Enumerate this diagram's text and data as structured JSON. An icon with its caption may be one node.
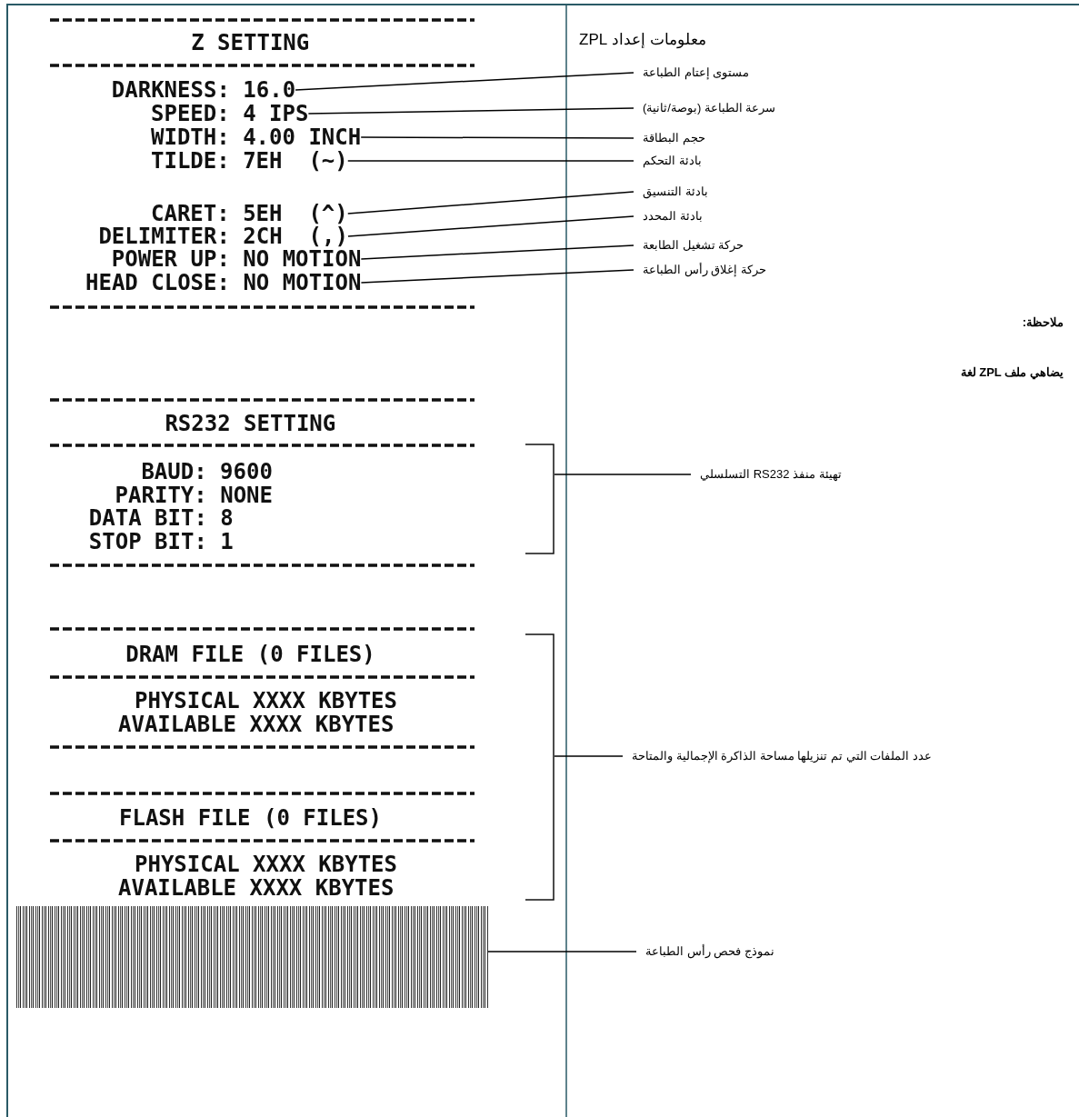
{
  "diagram": {
    "title": "معلومات إعداد ZPL",
    "nodes": [
      {
        "text": [
          "DARKNESS: 16.0"
        ]
      },
      {
        "text": [
          "SPEED: 4 IPS"
        ]
      },
      {
        "text": [
          "WIDTH: 4.00 INCH"
        ]
      },
      {
        "text": [
          "TILDE: 7EH  (~)"
        ]
      },
      {
        "text": [
          "CARET: 5EH  (^)"
        ]
      },
      {
        "text": [
          "DELIMITER: 2CH  (,)"
        ]
      },
      {
        "text": [
          "POWER UP: NO MOTION"
        ]
      },
      {
        "text": [
          "HEAD CLOSE: NO MOTION"
        ]
      },
      {
        "text": [
          "مستوى إعتام الطباعة"
        ]
      },
      {
        "text": [
          "سرعة الطباعة (بوصة/ثانية)"
        ]
      },
      {
        "text": [
          "حجم البطاقة"
        ]
      },
      {
        "text": [
          "بادئة التحكم"
        ]
      },
      {
        "text": [
          "بادئة التنسيق"
        ]
      },
      {
        "text": [
          "بادئة المحدد"
        ]
      },
      {
        "text": [
          "حركة تشغيل الطابعة"
        ]
      },
      {
        "text": [
          "حركة إغلاق رأس الطباعة"
        ]
      },
      {
        "text": [
          "BAUD: 9600",
          "PARITY: NONE",
          "DATA BIT: 8",
          "STOP BIT: 1"
        ]
      },
      {
        "text": [
          "تهيئة منفذ RS232 التسلسلي"
        ]
      },
      {
        "text": [
          "DRAM FILE (0 FILES)",
          "PHYSICAL XXXX KBYTES",
          "AVAILABLE XXXX KBYTES",
          "FLASH FILE (0 FILES)",
          "PHYSICAL XXXX KBYTES",
          "AVAILABLE XXXX KBYTES"
        ]
      },
      {
        "text": [
          "عدد الملفات التي تم تنزيلها مساحة الذاكرة الإجمالية والمتاحة"
        ]
      },
      {
        "text": [],
        "shape": "picture"
      },
      {
        "text": [
          "نموذج فحص رأس الطباعة"
        ]
      }
    ],
    "edges": [
      {
        "from": 8,
        "to": 0,
        "arrow": "none"
      },
      {
        "from": 9,
        "to": 1,
        "arrow": "none"
      },
      {
        "from": 10,
        "to": 2,
        "arrow": "none"
      },
      {
        "from": 11,
        "to": 3,
        "arrow": "none"
      },
      {
        "from": 12,
        "to": 4,
        "arrow": "none"
      },
      {
        "from": 13,
        "to": 5,
        "arrow": "none"
      },
      {
        "from": 14,
        "to": 6,
        "arrow": "none"
      },
      {
        "from": 15,
        "to": 7,
        "arrow": "none"
      },
      {
        "from": 17,
        "to": 16,
        "arrow": "none"
      },
      {
        "from": 19,
        "to": 18,
        "arrow": "none"
      },
      {
        "from": 21,
        "to": 20,
        "arrow": "none"
      }
    ],
    "labels": [
      "Z SETTING",
      "RS232 SETTING",
      "ملاحظة:",
      "يضاهي ملف ZPL لغة"
    ]
  }
}
